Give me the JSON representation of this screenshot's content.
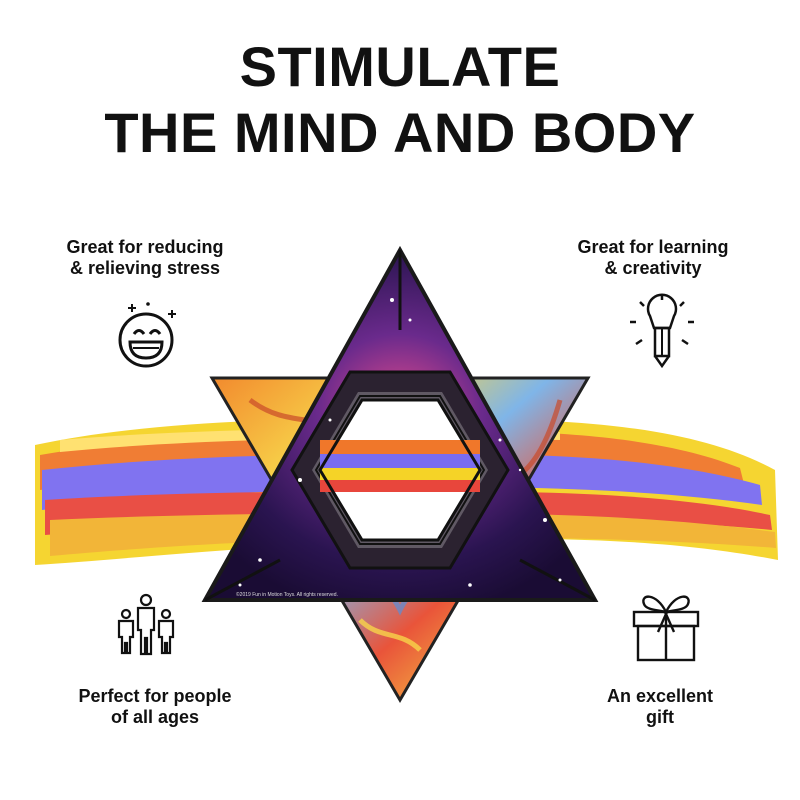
{
  "headline": {
    "line1": "STIMULATE",
    "line2": "THE MIND AND BODY"
  },
  "features": [
    {
      "line1": "Great for reducing",
      "line2": "& relieving stress",
      "icon": "laughing-face-icon"
    },
    {
      "line1": "Great for learning",
      "line2": "& creativity",
      "icon": "lightbulb-pencil-icon"
    },
    {
      "line1": "Perfect for people",
      "line2": "of all ages",
      "icon": "family-people-icon"
    },
    {
      "line1": "An excellent",
      "line2": "gift",
      "icon": "gift-box-icon"
    }
  ],
  "product": {
    "copyright": "©2019 Fun in Motion Toys. All rights reserved."
  },
  "colors": {
    "text": "#111111",
    "galaxy": "#2a1450",
    "swirl_orange": "#f0772a",
    "swirl_yellow": "#f5d327",
    "swirl_purple": "#7a6cf0"
  }
}
